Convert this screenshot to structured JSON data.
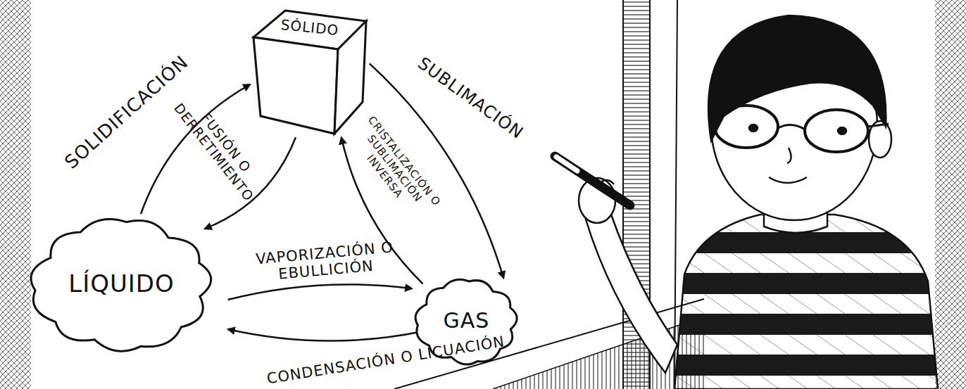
{
  "diagram": {
    "nodes": [
      {
        "text": [
          "SÓLIDO"
        ]
      },
      {
        "text": [
          "LÍQUIDO"
        ]
      },
      {
        "text": [
          "GAS"
        ]
      }
    ],
    "edges": [
      {
        "from": 1,
        "to": 0,
        "label": "SOLIDIFICACIÓN",
        "arrow": "to"
      },
      {
        "from": 0,
        "to": 1,
        "label": "FUSIÓN O DERRETIMIENTO",
        "arrow": "to"
      },
      {
        "from": 0,
        "to": 2,
        "label": "SUBLIMACIÓN",
        "arrow": "to"
      },
      {
        "from": 2,
        "to": 0,
        "label": "CRISTALIZACIÓN O SUBLIMACIÓN INVERSA",
        "arrow": "to"
      },
      {
        "from": 1,
        "to": 2,
        "label": "VAPORIZACIÓN O EBULLICIÓN",
        "arrow": "to"
      },
      {
        "from": 2,
        "to": 1,
        "label": "CONDENSACIÓN O LICUACIÓN",
        "arrow": "to"
      }
    ]
  }
}
